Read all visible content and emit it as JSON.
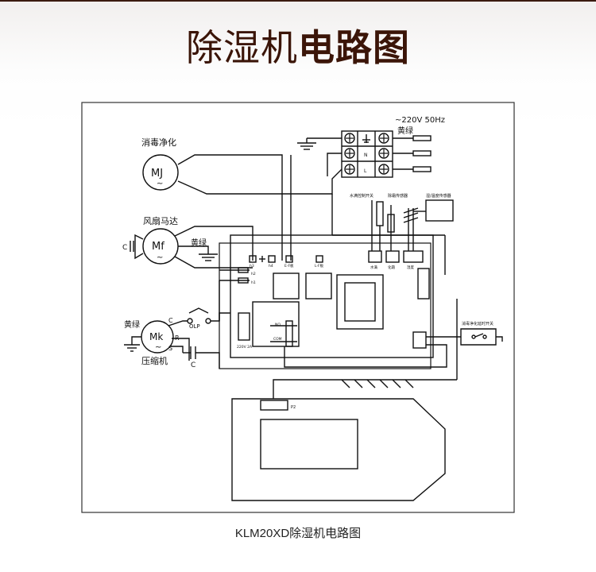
{
  "header": {
    "title_light": "除湿机",
    "title_bold": "电路图"
  },
  "diagram": {
    "power_label": "~220V 50Hz",
    "terminal_ground_label": "黄绿",
    "terminal_labels": [
      "N",
      "L"
    ],
    "mj": {
      "name": "消毒净化",
      "symbol": "MJ",
      "tilde": "~"
    },
    "mf": {
      "name": "风扇马达",
      "symbol": "Mf",
      "tilde": "~",
      "cap": "C",
      "ground_label": "黄绿"
    },
    "mk": {
      "name": "压缩机",
      "symbol": "Mk",
      "tilde": "~",
      "ground_label": "黄绿",
      "pins": [
        "C",
        "R",
        "S"
      ],
      "olp": "OLP",
      "cap": "C"
    },
    "sensors": {
      "water_switch": "水满控制开关",
      "defrost": "除霜传感器",
      "humidity": "湿/温度传感器",
      "sock_water": "水满",
      "sock_defrost": "化霜",
      "sock_humidity": "湿度"
    },
    "board": {
      "h3": "h3",
      "h4": "h4",
      "ac_n1": "E-F板",
      "ac_n2": "L-F板",
      "h2": "h2",
      "h1": "h1",
      "no": "NO",
      "com": "COM",
      "fuse": "220V 2A"
    },
    "timer_switch": "消毒净化延时开关",
    "display": {
      "p2": "P2"
    }
  },
  "footer": {
    "caption": "KLM20XD除湿机电路图"
  }
}
